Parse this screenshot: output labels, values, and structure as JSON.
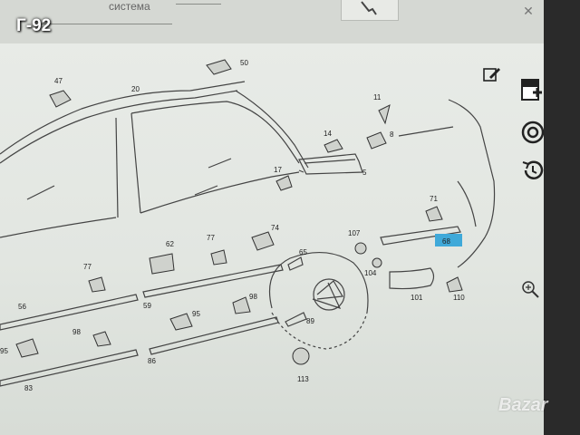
{
  "overlay_title": "Г-92",
  "top_field_label": "система",
  "watermark": "Bazar",
  "diagram": {
    "labels": {
      "l47": "47",
      "l50": "50",
      "l20": "20",
      "l11": "11",
      "l14": "14",
      "l8": "8",
      "l5": "5",
      "l17": "17",
      "l71": "71",
      "l68": "68",
      "l74": "74",
      "l62": "62",
      "l77a": "77",
      "l65": "65",
      "l107": "107",
      "l104": "104",
      "l101": "101",
      "l110": "110",
      "l77b": "77",
      "l56": "56",
      "l59": "59",
      "l98a": "98",
      "l95a": "95",
      "l98b": "98",
      "l89": "89",
      "l95b": "95",
      "l86": "86",
      "l113": "113",
      "l83": "83"
    },
    "highlight_color": "#3fa9d9"
  },
  "toolbar": {
    "edit_icon": "edit-pencil-icon",
    "add_page_icon": "add-page-icon",
    "target_icon": "target-icon",
    "history_icon": "history-icon",
    "zoom_icon": "zoom-in-icon"
  }
}
